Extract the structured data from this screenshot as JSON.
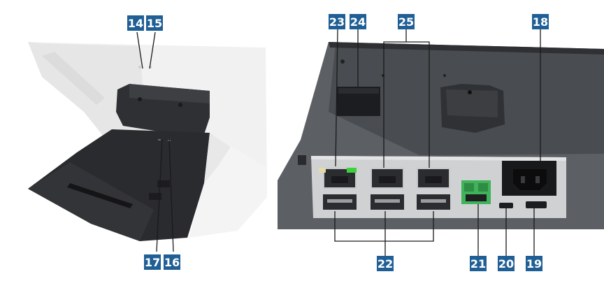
{
  "figure": {
    "left_panel": {
      "callouts": [
        {
          "id": "callout-14",
          "number": "14"
        },
        {
          "id": "callout-15",
          "number": "15"
        },
        {
          "id": "callout-17",
          "number": "17"
        },
        {
          "id": "callout-16",
          "number": "16"
        }
      ]
    },
    "right_panel": {
      "callouts": [
        {
          "id": "callout-23",
          "number": "23"
        },
        {
          "id": "callout-24",
          "number": "24"
        },
        {
          "id": "callout-25",
          "number": "25"
        },
        {
          "id": "callout-18",
          "number": "18"
        },
        {
          "id": "callout-22",
          "number": "22"
        },
        {
          "id": "callout-21",
          "number": "21"
        },
        {
          "id": "callout-20",
          "number": "20"
        },
        {
          "id": "callout-19",
          "number": "19"
        }
      ]
    }
  },
  "colors": {
    "callout_badge": "#1f5f95",
    "callout_text": "#ffffff",
    "leader_line": "#1a1a1a",
    "device_dark": "#3c3e42",
    "device_mid": "#55585d",
    "port_panel": "#cfd1d3",
    "terminal_green": "#3fb25a"
  }
}
